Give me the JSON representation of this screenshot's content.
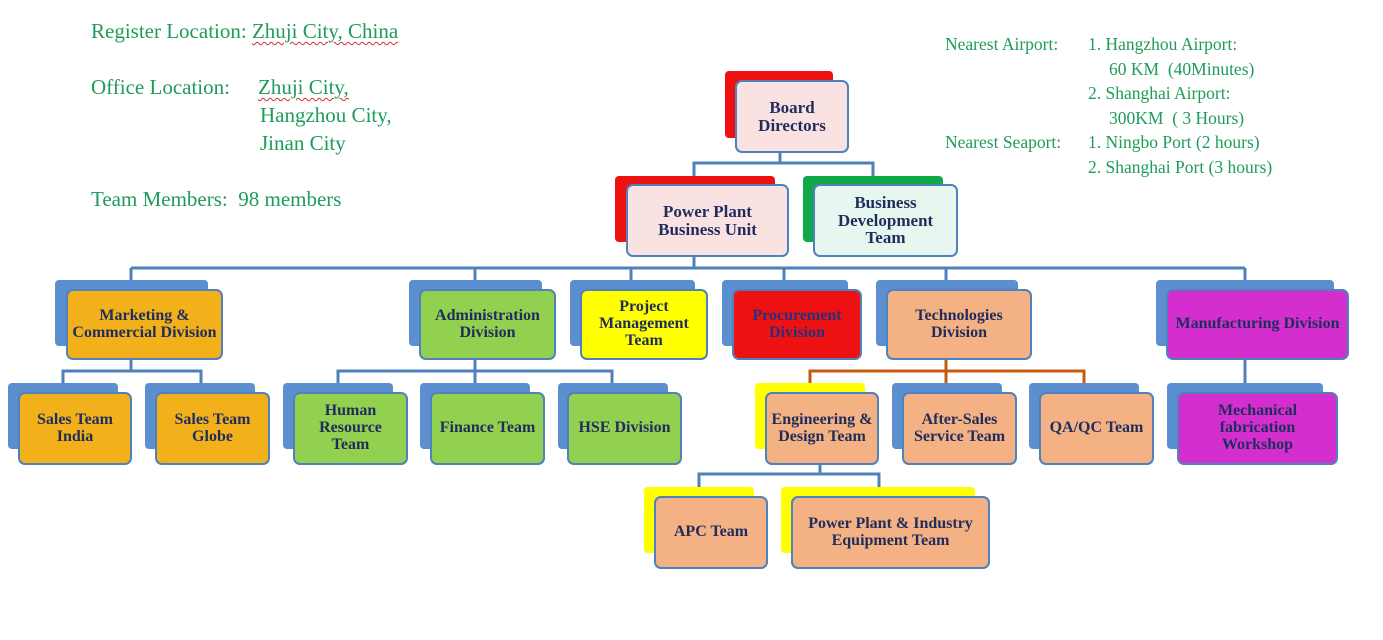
{
  "info": {
    "register_label": "Register Location:",
    "register_value": "Zhuji City, China",
    "office_label": "Office Location:",
    "office_line1": "Zhuji City,",
    "office_line2": "Hangzhou City,",
    "office_line3": "Jinan City",
    "team_label": "Team Members:",
    "team_value": "98 members",
    "airport_label": "Nearest Airport:",
    "airport1": "1. Hangzhou Airport:",
    "airport1_dist": "60 KM  (40Minutes)",
    "airport2": "2. Shanghai Airport:",
    "airport2_dist": "300KM  ( 3 Hours)",
    "seaport_label": "Nearest Seaport:",
    "seaport1": "1. Ningbo Port (2 hours)",
    "seaport2": "2. Shanghai Port (3 hours)"
  },
  "nodes": {
    "board": "Board Directors",
    "power_plant_bu": "Power Plant Business Unit",
    "bd_team": "Business Development Team",
    "marketing": "Marketing & Commercial Division",
    "administration": "Administration Division",
    "project_mgmt": "Project Management Team",
    "procurement": "Procurement Division",
    "technologies": "Technologies Division",
    "manufacturing": "Manufacturing Division",
    "sales_india": "Sales Team India",
    "sales_globe": "Sales Team Globe",
    "hr": "Human Resource Team",
    "finance": "Finance Team",
    "hse": "HSE Division",
    "engineering": "Engineering & Design Team",
    "after_sales": "After-Sales Service Team",
    "qaqc": "QA/QC Team",
    "mech_workshop": "Mechanical fabrication Workshop",
    "apc": "APC Team",
    "pp_industry": "Power Plant & Industry Equipment Team"
  },
  "colors": {
    "line": "#4f81bd",
    "line_tech": "#c55a11",
    "text_green": "#1e9c5a",
    "shadow_blue": "#5b8fd0",
    "red": "#ee1111",
    "green": "#10a94a",
    "orange_box": "#f2b11a",
    "green_box": "#92d050",
    "yellow_box": "#ffff00",
    "peach_box": "#f4b183",
    "magenta_box": "#d42ecf"
  }
}
